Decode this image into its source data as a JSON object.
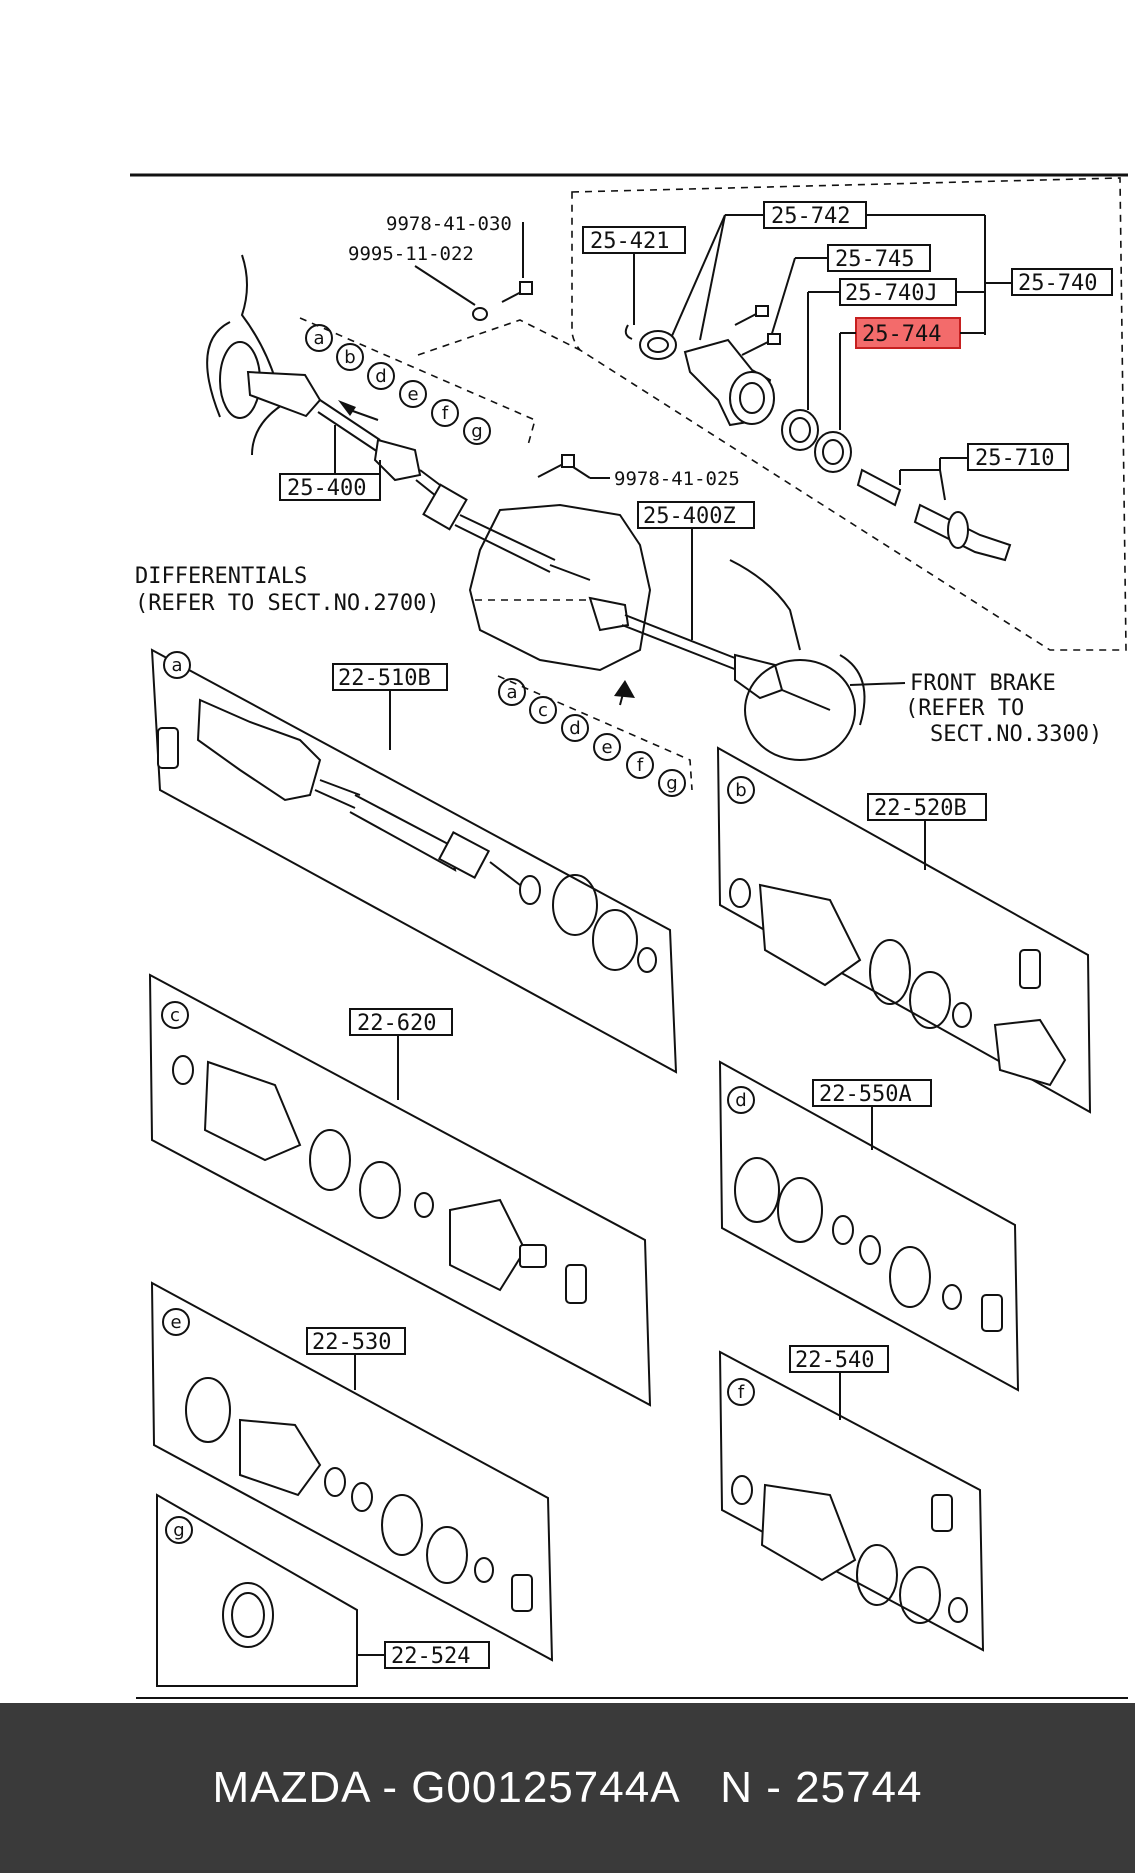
{
  "callouts": {
    "c25742": "25-742",
    "c25421": "25-421",
    "c25745": "25-745",
    "c25740J": "25-740J",
    "c25740": "25-740",
    "c25744": "25-744",
    "c25710": "25-710",
    "c25400": "25-400",
    "c25400Z": "25-400Z",
    "c997841030": "9978-41-030",
    "c999511022": "9995-11-022",
    "c997841025": "9978-41-025",
    "c22510B": "22-510B",
    "c22520B": "22-520B",
    "c22620": "22-620",
    "c22550A": "22-550A",
    "c22530": "22-530",
    "c22540": "22-540",
    "c22524": "22-524"
  },
  "notes": {
    "diff_line1": "DIFFERENTIALS",
    "diff_line2": "(REFER TO SECT.NO.2700)",
    "brake_line1": "FRONT BRAKE",
    "brake_line2": "(REFER TO",
    "brake_line3": "SECT.NO.3300)"
  },
  "letters": [
    "a",
    "b",
    "c",
    "d",
    "e",
    "f",
    "g"
  ],
  "footer": {
    "brand": "MAZDA",
    "sep1": "-",
    "part_number": "G00125744A",
    "n_label": "N",
    "sep2": "-",
    "ref": "25744"
  },
  "highlight_color": "#f36b6b",
  "footer_color": "#3a3a3a"
}
